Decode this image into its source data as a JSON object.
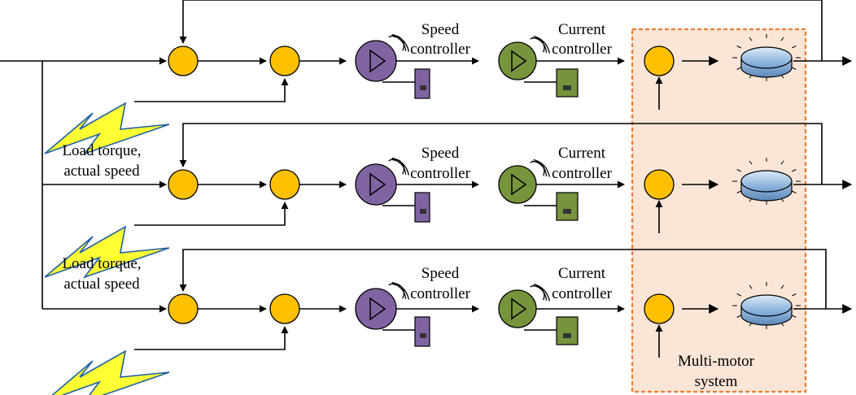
{
  "labels": {
    "speed_line1": "Speed",
    "speed_line2": "controller",
    "current_line1": "Current",
    "current_line2": "controller",
    "disturbance_line1": "Load torque,",
    "disturbance_line2": "actual speed",
    "system_line1": "Multi-motor",
    "system_line2": "system"
  },
  "colors": {
    "summing_junction": "#FFC000",
    "speed_controller": "#8064A2",
    "current_controller": "#77933C",
    "motor": "#9DC3E6",
    "lightning": "#FFFF33",
    "system_fill": "#FBE5D6",
    "system_border": "#ED7D31"
  },
  "rows": [
    {
      "id": "axis-1",
      "disturbance_label": false
    },
    {
      "id": "axis-2",
      "disturbance_label": true
    },
    {
      "id": "axis-3",
      "disturbance_label": true
    }
  ]
}
